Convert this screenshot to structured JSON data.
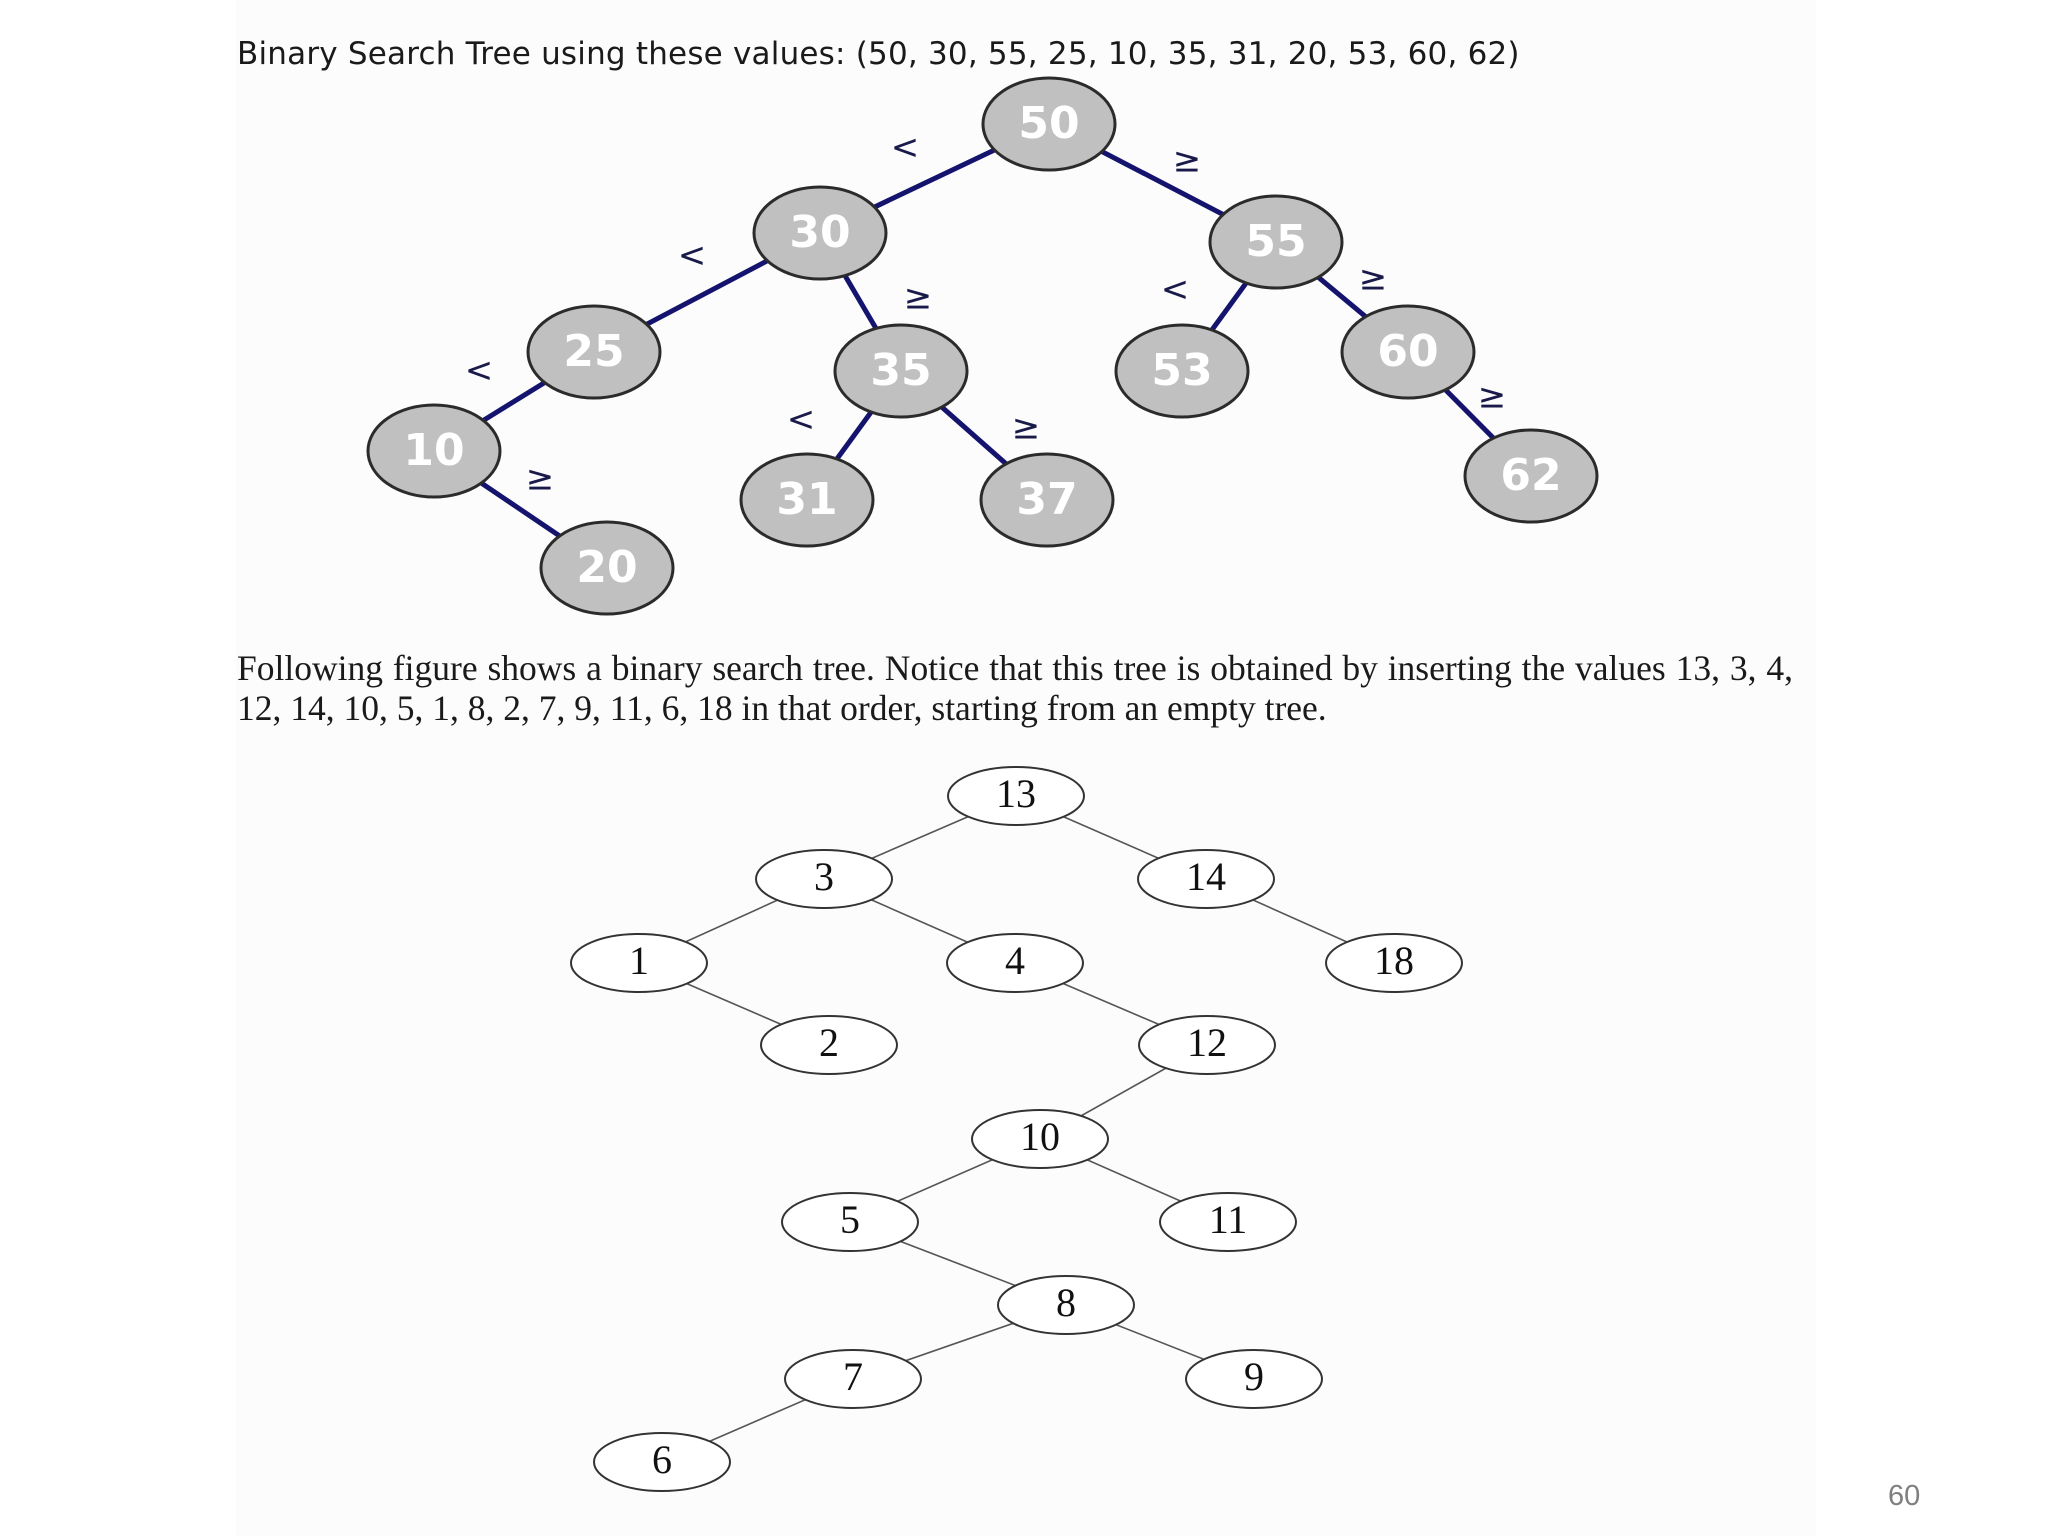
{
  "tree1": {
    "title": "Binary Search Tree using these values: (50, 30, 55, 25, 10, 35, 31, 20, 53, 60, 62)",
    "less_label": "<",
    "gte_label": "≥",
    "nodes": [
      {
        "id": "50",
        "label": "50"
      },
      {
        "id": "30",
        "label": "30"
      },
      {
        "id": "55",
        "label": "55"
      },
      {
        "id": "25",
        "label": "25"
      },
      {
        "id": "35",
        "label": "35"
      },
      {
        "id": "53",
        "label": "53"
      },
      {
        "id": "60",
        "label": "60"
      },
      {
        "id": "10",
        "label": "10"
      },
      {
        "id": "31",
        "label": "31"
      },
      {
        "id": "37",
        "label": "37"
      },
      {
        "id": "62",
        "label": "62"
      },
      {
        "id": "20",
        "label": "20"
      }
    ],
    "edges": [
      {
        "from": "50",
        "to": "30",
        "label": "<"
      },
      {
        "from": "50",
        "to": "55",
        "label": "≥"
      },
      {
        "from": "30",
        "to": "25",
        "label": "<"
      },
      {
        "from": "30",
        "to": "35",
        "label": "≥"
      },
      {
        "from": "55",
        "to": "53",
        "label": "<"
      },
      {
        "from": "55",
        "to": "60",
        "label": "≥"
      },
      {
        "from": "25",
        "to": "10",
        "label": "<"
      },
      {
        "from": "10",
        "to": "20",
        "label": "≥"
      },
      {
        "from": "35",
        "to": "31",
        "label": "<"
      },
      {
        "from": "35",
        "to": "37",
        "label": "≥"
      },
      {
        "from": "60",
        "to": "62",
        "label": "≥"
      }
    ],
    "colors": {
      "node_fill": "#c0c0c0",
      "node_stroke": "#2b2b2b",
      "edge": "#14146e",
      "label": "#ffffff"
    }
  },
  "paragraph": "Following figure shows a binary search tree. Notice that this tree is obtained by inserting the values 13, 3, 4, 12, 14, 10, 5, 1, 8, 2, 7, 9, 11, 6, 18 in that order, starting from an empty tree.",
  "tree2": {
    "nodes": [
      {
        "id": "13",
        "label": "13"
      },
      {
        "id": "3",
        "label": "3"
      },
      {
        "id": "14",
        "label": "14"
      },
      {
        "id": "1",
        "label": "1"
      },
      {
        "id": "4",
        "label": "4"
      },
      {
        "id": "18",
        "label": "18"
      },
      {
        "id": "2",
        "label": "2"
      },
      {
        "id": "12",
        "label": "12"
      },
      {
        "id": "10",
        "label": "10"
      },
      {
        "id": "5",
        "label": "5"
      },
      {
        "id": "11",
        "label": "11"
      },
      {
        "id": "8",
        "label": "8"
      },
      {
        "id": "7",
        "label": "7"
      },
      {
        "id": "9",
        "label": "9"
      },
      {
        "id": "6",
        "label": "6"
      }
    ],
    "edges": [
      [
        "13",
        "3"
      ],
      [
        "13",
        "14"
      ],
      [
        "3",
        "1"
      ],
      [
        "3",
        "4"
      ],
      [
        "14",
        "18"
      ],
      [
        "1",
        "2"
      ],
      [
        "4",
        "12"
      ],
      [
        "12",
        "10"
      ],
      [
        "10",
        "5"
      ],
      [
        "10",
        "11"
      ],
      [
        "5",
        "8"
      ],
      [
        "8",
        "7"
      ],
      [
        "8",
        "9"
      ],
      [
        "7",
        "6"
      ]
    ],
    "colors": {
      "node_fill": "#ffffff",
      "node_stroke": "#333333",
      "edge": "#555555"
    }
  },
  "slide_number": "60"
}
